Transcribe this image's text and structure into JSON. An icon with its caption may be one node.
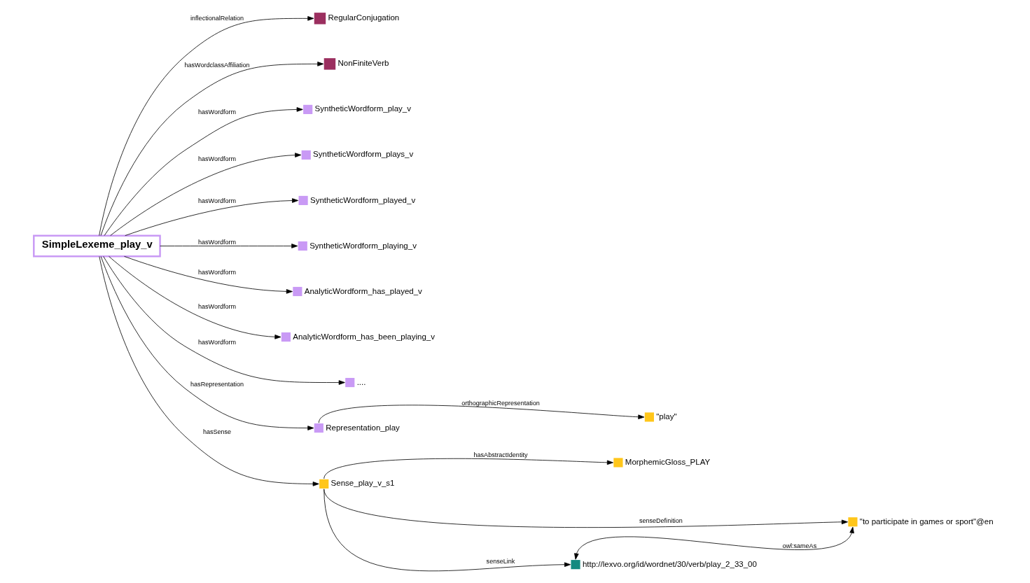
{
  "diagram": {
    "nodes": [
      {
        "text": [
          "SimpleLexeme_play_v"
        ]
      },
      {
        "text": [
          "RegularConjugation"
        ]
      },
      {
        "text": [
          "NonFiniteVerb"
        ]
      },
      {
        "text": [
          "SyntheticWordform_play_v"
        ]
      },
      {
        "text": [
          "SyntheticWordform_plays_v"
        ]
      },
      {
        "text": [
          "SyntheticWordform_played_v"
        ]
      },
      {
        "text": [
          "SyntheticWordform_playing_v"
        ]
      },
      {
        "text": [
          "AnalyticWordform_has_played_v"
        ]
      },
      {
        "text": [
          "AnalyticWordform_has_been_playing_v"
        ]
      },
      {
        "text": [
          "...."
        ]
      },
      {
        "text": [
          "Representation_play"
        ]
      },
      {
        "text": [
          "\"play\""
        ]
      },
      {
        "text": [
          "Sense_play_v_s1"
        ]
      },
      {
        "text": [
          "MorphemicGloss_PLAY"
        ]
      },
      {
        "text": [
          "\"to participate in games or sport\"@en"
        ]
      },
      {
        "text": [
          "http://lexvo.org/id/wordnet/30/verb/play_2_33_00"
        ]
      }
    ],
    "edges": [
      {
        "from": 0,
        "to": 1,
        "arrow": "to",
        "label": "inflectionalRelation"
      },
      {
        "from": 0,
        "to": 2,
        "arrow": "to",
        "label": "hasWordclassAffiliation"
      },
      {
        "from": 0,
        "to": 3,
        "arrow": "to",
        "label": "hasWordform"
      },
      {
        "from": 0,
        "to": 4,
        "arrow": "to",
        "label": "hasWordform"
      },
      {
        "from": 0,
        "to": 5,
        "arrow": "to",
        "label": "hasWordform"
      },
      {
        "from": 0,
        "to": 6,
        "arrow": "to",
        "label": "hasWordform"
      },
      {
        "from": 0,
        "to": 7,
        "arrow": "to",
        "label": "hasWordform"
      },
      {
        "from": 0,
        "to": 8,
        "arrow": "to",
        "label": "hasWordform"
      },
      {
        "from": 0,
        "to": 9,
        "arrow": "to",
        "label": "hasWordform"
      },
      {
        "from": 0,
        "to": 10,
        "arrow": "to",
        "label": "hasRepresentation"
      },
      {
        "from": 10,
        "to": 11,
        "arrow": "to",
        "label": "orthographicRepresentation"
      },
      {
        "from": 0,
        "to": 12,
        "arrow": "to",
        "label": "hasSense"
      },
      {
        "from": 12,
        "to": 13,
        "arrow": "to",
        "label": "hasAbstractIdentity"
      },
      {
        "from": 12,
        "to": 14,
        "arrow": "to",
        "label": "senseDefinition"
      },
      {
        "from": 12,
        "to": 15,
        "arrow": "to",
        "label": "senseLink"
      },
      {
        "from": 15,
        "to": 14,
        "arrow": "both",
        "label": "owl:sameAs"
      }
    ]
  }
}
